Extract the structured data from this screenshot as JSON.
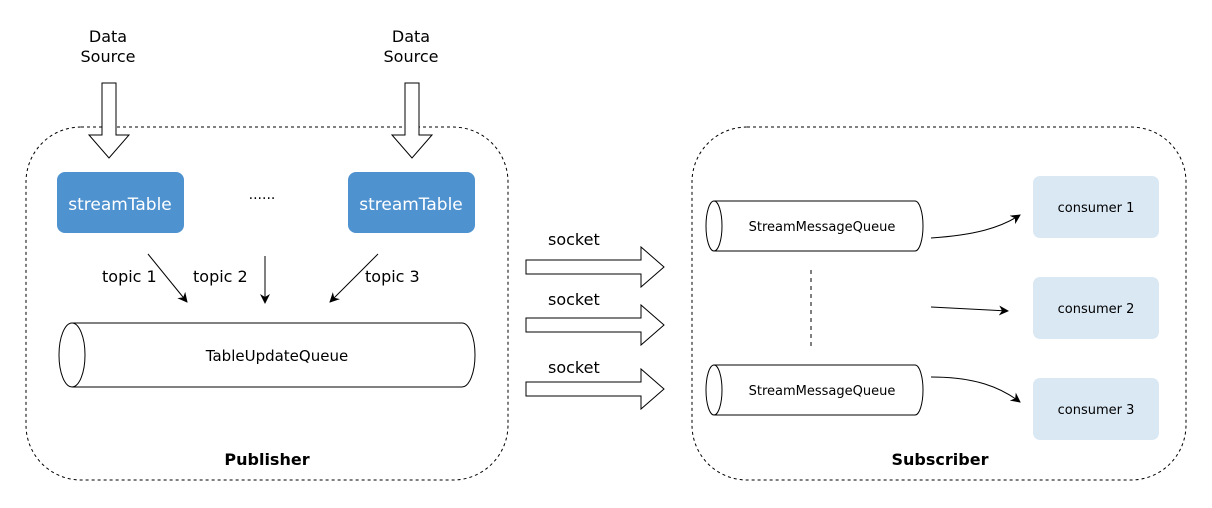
{
  "publisher": {
    "title": "Publisher",
    "source_left": [
      "Data",
      "Source"
    ],
    "source_right": [
      "Data",
      "Source"
    ],
    "table_left": "streamTable",
    "table_right": "streamTable",
    "ellipsis": "......",
    "topics": [
      "topic 1",
      "topic 2",
      "topic 3"
    ],
    "queue": "TableUpdateQueue",
    "colors": {
      "table_fill": "#4f92d0",
      "table_text": "#ffffff"
    }
  },
  "links": [
    "socket",
    "socket",
    "socket"
  ],
  "subscriber": {
    "title": "Subscriber",
    "queue_top": "StreamMessageQueue",
    "queue_bottom": "StreamMessageQueue",
    "consumers": [
      "consumer 1",
      "consumer 2",
      "consumer 3"
    ],
    "colors": {
      "consumer_fill": "#dae8f4"
    }
  }
}
